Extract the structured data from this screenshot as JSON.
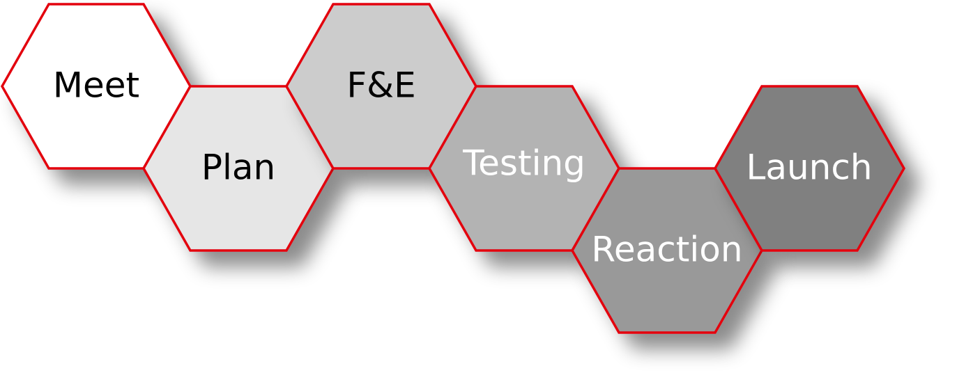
{
  "diagram": {
    "stroke_color": "#e3000f",
    "steps": [
      {
        "label": "Meet",
        "fill": "#ffffff",
        "text_color": "#000000"
      },
      {
        "label": "Plan",
        "fill": "#e6e6e6",
        "text_color": "#000000"
      },
      {
        "label": "F&E",
        "fill": "#cccccc",
        "text_color": "#000000"
      },
      {
        "label": "Testing",
        "fill": "#b3b3b3",
        "text_color": "#ffffff"
      },
      {
        "label": "Reaction",
        "fill": "#999999",
        "text_color": "#ffffff"
      },
      {
        "label": "Launch",
        "fill": "#808080",
        "text_color": "#ffffff"
      }
    ]
  }
}
